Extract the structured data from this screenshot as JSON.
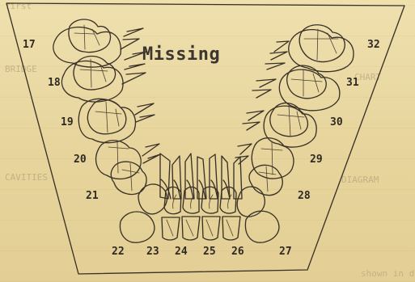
{
  "document": {
    "status_label": "Missing",
    "faded_background_text": [
      "first",
      "BRIDGE",
      "CHART",
      "CAVITIES",
      "DIAGRAM",
      "shown in diagram"
    ],
    "tooth_numbers": {
      "upper_left": [
        "17",
        "18",
        "19",
        "20",
        "21"
      ],
      "upper_right": [
        "32",
        "31",
        "30",
        "29",
        "28"
      ],
      "bottom_row": [
        "22",
        "23",
        "24",
        "25",
        "26",
        "27"
      ]
    }
  },
  "style": {
    "paper_color": "#e9d9a4",
    "ink_color": "#3a3228",
    "faded_text_color": "#b7a77f"
  }
}
